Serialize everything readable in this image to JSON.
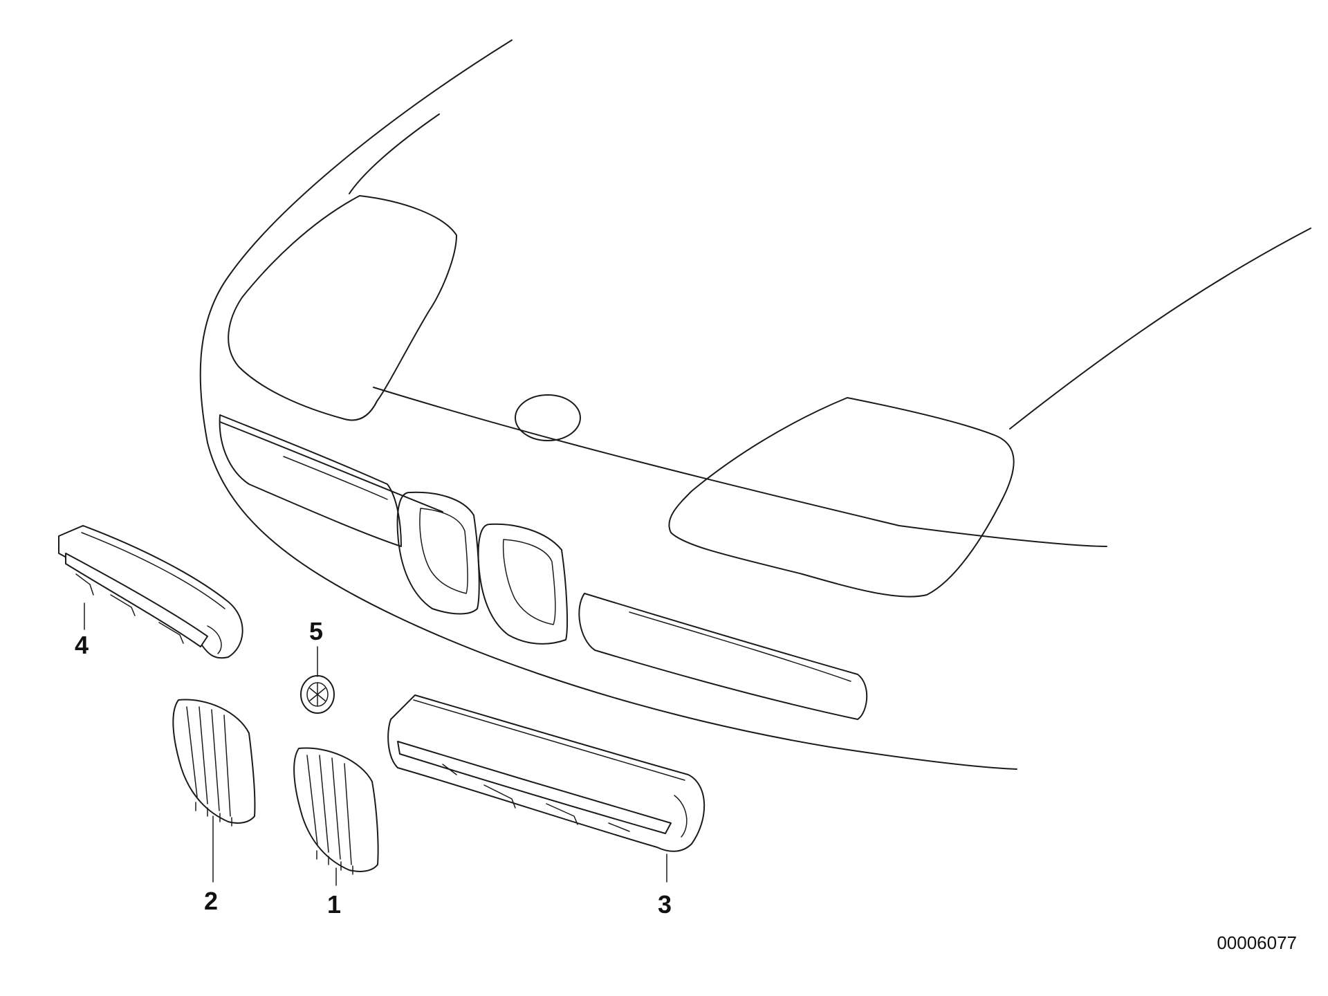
{
  "callouts": {
    "c1": "1",
    "c2": "2",
    "c3": "3",
    "c4": "4",
    "c5": "5"
  },
  "reference_code": "00006077",
  "colors": {
    "line": "#1a1a1a",
    "background": "#ffffff"
  }
}
